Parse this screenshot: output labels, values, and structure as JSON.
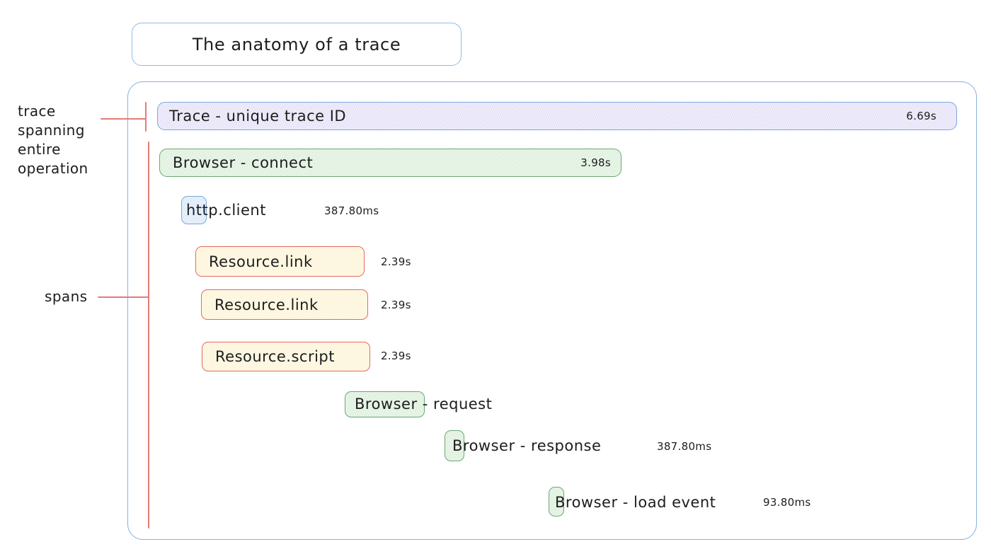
{
  "title": "The anatomy of a trace",
  "annotations": {
    "trace": "trace\nspanning\nentire\noperation",
    "spans": "spans"
  },
  "spans": [
    {
      "id": "trace",
      "label": "Trace - unique trace ID",
      "duration": "6.69s",
      "color": "purple"
    },
    {
      "id": "browser-connect",
      "label": "Browser - connect",
      "duration": "3.98s",
      "color": "green"
    },
    {
      "id": "http-client",
      "label": "http.client",
      "duration": "387.80ms",
      "color": "blue"
    },
    {
      "id": "resource-link-1",
      "label": "Resource.link",
      "duration": "2.39s",
      "color": "yellow"
    },
    {
      "id": "resource-link-2",
      "label": "Resource.link",
      "duration": "2.39s",
      "color": "yellow"
    },
    {
      "id": "resource-script",
      "label": "Resource.script",
      "duration": "2.39s",
      "color": "yellow"
    },
    {
      "id": "browser-request",
      "label": "Browser - request",
      "color": "green"
    },
    {
      "id": "browser-response",
      "label": "Browser - response",
      "duration": "387.80ms",
      "color": "green"
    },
    {
      "id": "browser-load-event",
      "label": "Browser - load event",
      "duration": "93.80ms",
      "color": "green"
    }
  ],
  "colors": {
    "canvas_bg": "#ffffff",
    "container_border": "#87b1dd",
    "purple_fill": "#e7e3f8",
    "purple_border": "#7aa7de",
    "green_fill": "#def0de",
    "green_border": "#6ba870",
    "blue_fill": "#dcebf9",
    "blue_border": "#7aa7de",
    "yellow_fill": "#fdf5da",
    "yellow_border": "#e26a5f",
    "annotation_red": "#e37c76",
    "ink": "#1d1d1d"
  }
}
